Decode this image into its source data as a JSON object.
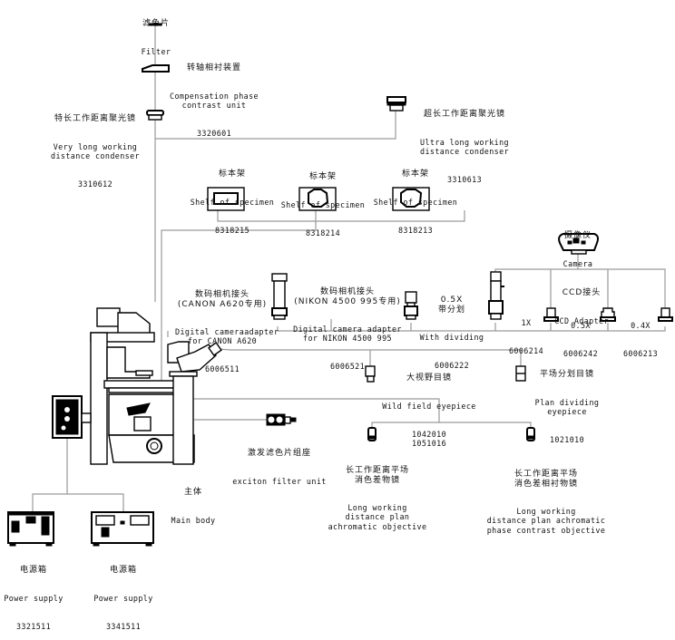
{
  "diagram": {
    "title": "Inverted microscope system configuration",
    "nodes": {
      "filter": {
        "zh": "滤色片",
        "en": "Filter",
        "code": ""
      },
      "phase_unit": {
        "zh": "转轴相衬装置",
        "en": "Compensation phase\ncontrast unit",
        "code": "3320601"
      },
      "vlwd_condenser": {
        "zh": "特长工作距离聚光镜",
        "en": "Very long working\ndistance condenser",
        "code": "3310612"
      },
      "ulwd_condenser": {
        "zh": "超长工作距离聚光镜",
        "en": "Ultra long working\ndistance condenser",
        "code": "3310613"
      },
      "shelf_1": {
        "zh": "标本架",
        "en": "Shelf of specimen",
        "code": "8318215"
      },
      "shelf_2": {
        "zh": "标本架",
        "en": "Shelf of specimen",
        "code": "8318214"
      },
      "shelf_3": {
        "zh": "标本架",
        "en": "Shelf of specimen",
        "code": "8318213"
      },
      "camera": {
        "zh": "摄像仪",
        "en": "Camera",
        "code": ""
      },
      "canon_adapter": {
        "zh": "数码相机接头\n(CANON A620专用)",
        "en": "Digital cameraadapter\nfor CANON A620",
        "code": "6006511"
      },
      "nikon_adapter": {
        "zh": "数码相机接头\n(NIKON 4500 995专用)",
        "en": "Digital camera adapter\nfor NIKON 4500 995",
        "code": "6006521"
      },
      "dividing_05x": {
        "zh": "0.5X\n带分划",
        "en": "With dividing",
        "code": "6006222"
      },
      "ccd_adapter": {
        "zh": "CCD接头",
        "en": "CCD Adapter",
        "code": ""
      },
      "ccd_1x": {
        "zh": "",
        "en": "1X",
        "code": "6006214"
      },
      "ccd_05x": {
        "zh": "",
        "en": "0.5X",
        "code": "6006242"
      },
      "ccd_04x": {
        "zh": "",
        "en": "0.4X",
        "code": "6006213"
      },
      "wide_eyepiece": {
        "zh": "大视野目镜",
        "en": "Wild field eyepiece",
        "code": "1042010\n1051016"
      },
      "plan_eyepiece": {
        "zh": "平场分划目镜",
        "en": "Plan dividing\neyepiece",
        "code": "1021010"
      },
      "exciton_filter": {
        "zh": "激发滤色片组座",
        "en": "exciton filter unit",
        "code": ""
      },
      "main_body": {
        "zh": "主体",
        "en": "Main body",
        "code": ""
      },
      "objective_plan": {
        "zh": "长工作距离平场\n消色差物镜",
        "en": "Long working\ndistance plan\nachromatic objective",
        "code": ""
      },
      "objective_phase": {
        "zh": "长工作距离平场\n消色差相衬物镜",
        "en": "Long working\ndistance plan achromatic\nphase contrast objective",
        "code": ""
      },
      "power_1": {
        "zh": "电源箱",
        "en": "Power supply",
        "code": "3321511"
      },
      "power_2": {
        "zh": "电源箱",
        "en": "Power supply",
        "code": "3341511"
      }
    },
    "colors": {
      "line": "#9a9a9a",
      "ink": "#000000",
      "background": "#ffffff"
    }
  }
}
